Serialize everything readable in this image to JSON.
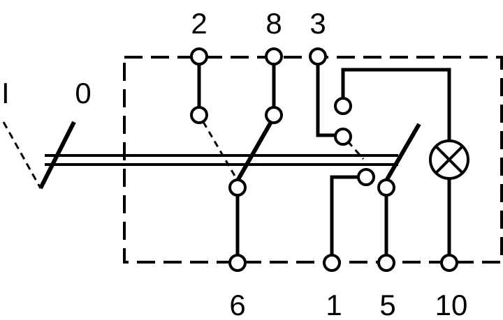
{
  "switch_positions": {
    "on": "I",
    "off": "0"
  },
  "terminals": {
    "top": [
      "2",
      "8",
      "3"
    ],
    "bottom": [
      "6",
      "1",
      "5",
      "10"
    ]
  },
  "components": {
    "indicator_lamp": "lamp-crossed-circle-icon"
  },
  "colors": {
    "line": "#000000",
    "background": "#ffffff"
  }
}
